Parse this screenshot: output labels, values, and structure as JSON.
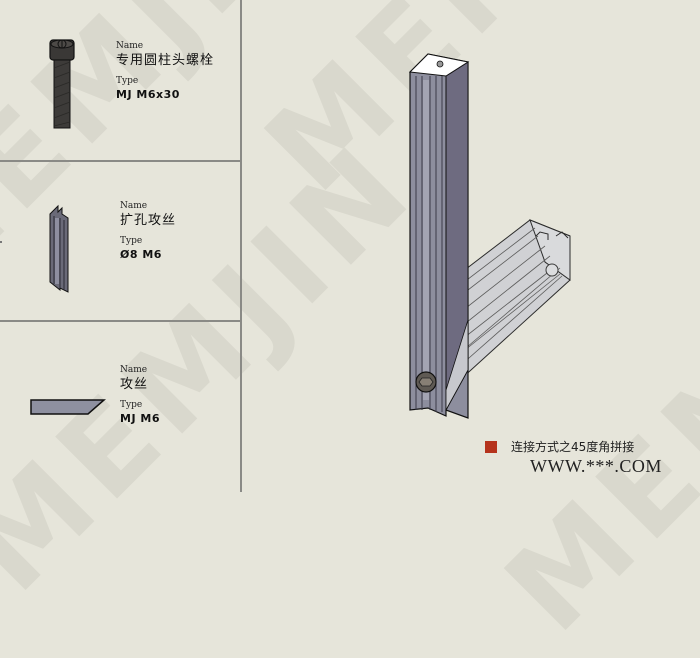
{
  "watermark": {
    "text_1": "MEMJIN",
    "text_2": "MEMJIN",
    "text_3": "MEM",
    "text_4": "MEMJIN"
  },
  "parts": [
    {
      "name_label": "Name",
      "name": "专用圆柱头螺栓",
      "type_label": "Type",
      "type": "MJ M6x30",
      "icon": "socket-head-bolt-icon"
    },
    {
      "name_label": "Name",
      "name": "扩孔攻丝",
      "type_label": "Type",
      "type": "Ø8 M6",
      "icon": "profile-end-view-icon"
    },
    {
      "name_label": "Name",
      "name": "攻丝",
      "type_label": "Type",
      "type": "MJ M6",
      "icon": "tapped-bar-icon"
    }
  ],
  "main_view": {
    "description": "45-degree mitered aluminum profile corner joint",
    "legend": {
      "swatch_color": "#b5331c",
      "text": "连接方式之45度角拼接"
    },
    "url": "WWW.***.COM"
  },
  "colors": {
    "background": "#e6e5da",
    "divider": "#8a8a86",
    "profile_dark": "#6e6b80",
    "profile_mid": "#8f90a0",
    "profile_light": "#c9cad2"
  }
}
